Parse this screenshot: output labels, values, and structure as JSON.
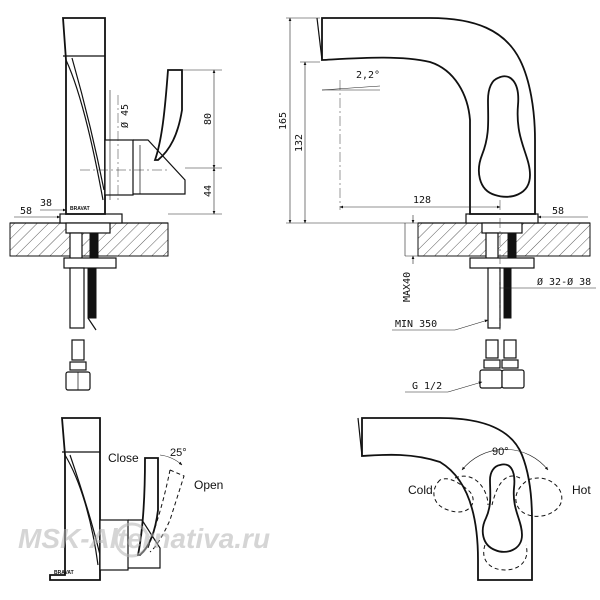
{
  "dimensions": {
    "side_diameter": "Ø 45",
    "handle_height": "80",
    "base_height": "44",
    "base_width": "38",
    "side_plate": "58",
    "angle_top": "2,2°",
    "total_height": "165",
    "spout_height": "132",
    "reach": "128",
    "front_plate": "58",
    "max_thickness": "MAX40",
    "hole_diameter": "Ø 32-Ø 38",
    "hose_length": "MIN 350",
    "thread": "G 1/2"
  },
  "operation": {
    "close_label": "Close",
    "open_label": "Open",
    "tilt_angle": "25°",
    "rotation_angle": "90°",
    "cold_label": "Cold",
    "hot_label": "Hot"
  },
  "branding": {
    "faucet_brand": "BRAVAT",
    "watermark": "MSK-Alternativa.ru"
  },
  "colors": {
    "ink": "#111111",
    "watermark": "#b4b4b4"
  }
}
